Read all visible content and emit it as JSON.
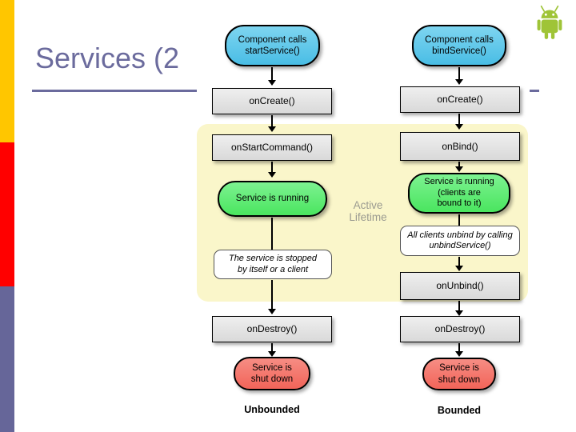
{
  "slide": {
    "title": "Services (2",
    "title_color": "#6b6b9d",
    "edge_bars": [
      {
        "name": "yellow-bar",
        "color": "#FFC600"
      },
      {
        "name": "red-bar",
        "color": "#FF0000"
      },
      {
        "name": "purple-bar",
        "color": "#666699"
      }
    ]
  },
  "logo": {
    "icon": "android-robot-icon",
    "color": "#9FC437"
  },
  "diagram": {
    "active_lifetime_label": "Active\nLifetime",
    "colors": {
      "start_node": "#5BC8EA",
      "callback_node": "#E2E2E2",
      "running_node": "#5FEC72",
      "end_node": "#F4756D",
      "note_node": "#FFFFFF",
      "active_region": "#FAF6CA"
    },
    "columns": [
      {
        "nodes": [
          {
            "label": "Component calls\nstartService()",
            "type": "start"
          },
          {
            "label": "onCreate()",
            "type": "callback"
          },
          {
            "label": "onStartCommand()",
            "type": "callback"
          },
          {
            "label": "Service is running",
            "type": "running"
          },
          {
            "label": "The service is stopped\nby itself or a client",
            "type": "note"
          },
          {
            "label": "onDestroy()",
            "type": "callback"
          },
          {
            "label": "Service is\nshut down",
            "type": "end"
          }
        ],
        "footer": "Unbounded"
      },
      {
        "nodes": [
          {
            "label": "Component calls\nbindService()",
            "type": "start"
          },
          {
            "label": "onCreate()",
            "type": "callback"
          },
          {
            "label": "onBind()",
            "type": "callback"
          },
          {
            "label": "Service is running\n(clients are\nbound to it)",
            "type": "running"
          },
          {
            "label": "All clients unbind by calling\nunbindService()",
            "type": "note"
          },
          {
            "label": "onUnbind()",
            "type": "callback"
          },
          {
            "label": "onDestroy()",
            "type": "callback"
          },
          {
            "label": "Service is\nshut down",
            "type": "end"
          }
        ],
        "footer": "Bounded"
      }
    ]
  }
}
